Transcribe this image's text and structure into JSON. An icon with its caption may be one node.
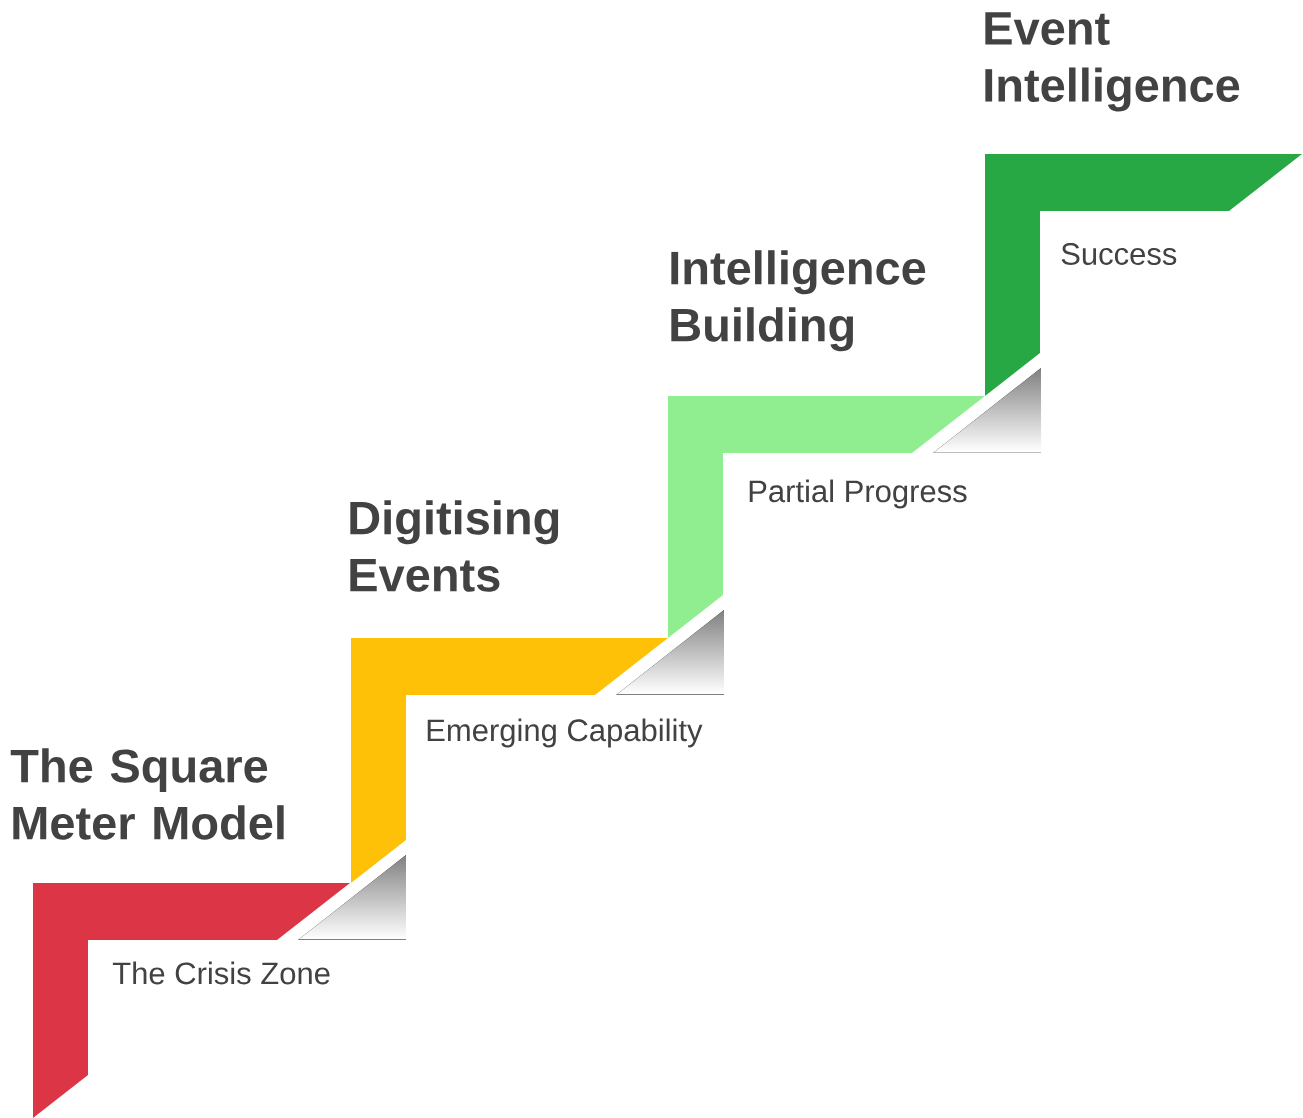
{
  "diagram": {
    "nodes": [
      {
        "text": [
          "The Square Meter Model",
          "The Crisis Zone"
        ]
      },
      {
        "text": [
          "Digitising Events",
          "Emerging Capability"
        ]
      },
      {
        "text": [
          "Intelligence Building",
          "Partial Progress"
        ]
      },
      {
        "text": [
          "Event Intelligence",
          "Success"
        ]
      }
    ]
  }
}
